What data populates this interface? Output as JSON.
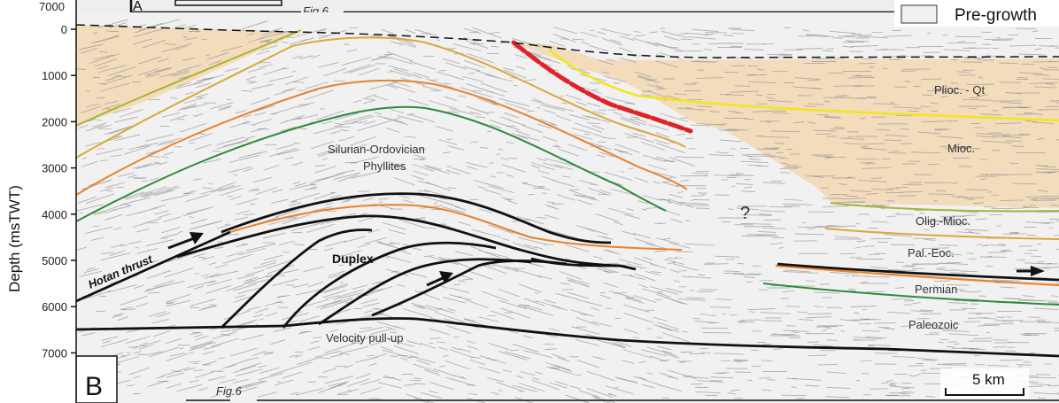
{
  "top_strip": {
    "depth_label": "7000",
    "panel_letter": "A",
    "fig_ref": "Fig.6"
  },
  "panel": {
    "letter": "B",
    "fig_ref": "Fig.6"
  },
  "y_axis": {
    "label": "Depth (msTWT)",
    "ticks": [
      "0",
      "1000",
      "2000",
      "3000",
      "4000",
      "5000",
      "6000",
      "7000"
    ]
  },
  "legend": {
    "label": "Pre-growth",
    "color": "#f0f0f0"
  },
  "labels": {
    "pliocene": "Plioc. - Qt",
    "miocene": "Mioc.",
    "olig_mioc": "Olig.-Mioc.",
    "pal_eoc": "Pal.-Eoc.",
    "permian": "Permian",
    "paleozoic": "Paleozoic",
    "silurian_1": "Silurian-Ordovician",
    "silurian_2": "Phyllites",
    "duplex": "Duplex",
    "hotan": "Hotan thrust",
    "velocity": "Velocity pull-up",
    "question": "?"
  },
  "scale_bar": {
    "label": "5 km"
  },
  "colors": {
    "growth_fill": "#f3dcbc",
    "seismic_bg": "#f1f1f1",
    "yellow": "#f2e51c",
    "gold": "#d9a83a",
    "orange": "#e8822a",
    "green": "#2f8a3a",
    "olive": "#a9b436",
    "red_fault": "#e0222a",
    "black": "#111111"
  }
}
